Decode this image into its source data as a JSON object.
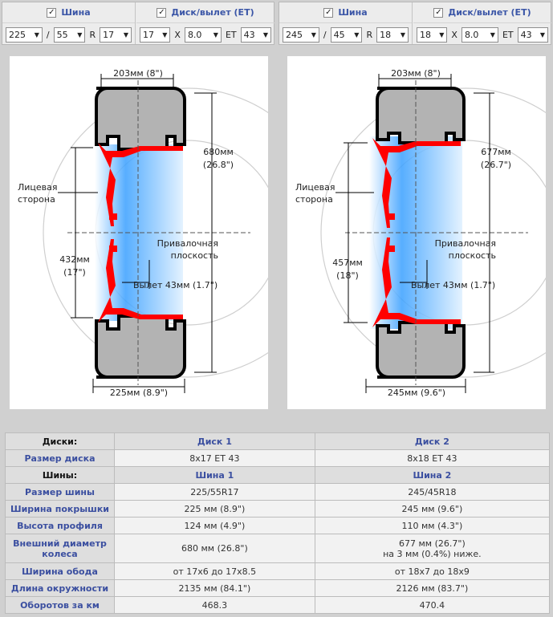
{
  "selectors": {
    "tire_header": "Шина",
    "disk_header": "Диск/вылет (ET)",
    "left": {
      "width": "225",
      "profile": "55",
      "r_label": "R",
      "diameter": "17",
      "disk_diameter": "17",
      "x_label": "X",
      "disk_width": "8.0",
      "et_label": "ET",
      "et": "43",
      "slash": "/"
    },
    "right": {
      "width": "245",
      "profile": "45",
      "r_label": "R",
      "diameter": "18",
      "disk_diameter": "18",
      "x_label": "X",
      "disk_width": "8.0",
      "et_label": "ET",
      "et": "43",
      "slash": "/"
    }
  },
  "diagram_left": {
    "tread_width": "203мм (8\")",
    "outer_diameter": "680мм",
    "outer_diameter_in": "(26.8\")",
    "face_side_1": "Лицевая",
    "face_side_2": "сторона",
    "rim_diameter": "432мм",
    "rim_diameter_in": "(17\")",
    "mount_plane_1": "Привалочная",
    "mount_plane_2": "плоскость",
    "offset": "Вылет 43мм (1.7\")",
    "tire_width": "225мм (8.9\")"
  },
  "diagram_right": {
    "tread_width": "203мм (8\")",
    "outer_diameter": "677мм",
    "outer_diameter_in": "(26.7\")",
    "face_side_1": "Лицевая",
    "face_side_2": "сторона",
    "rim_diameter": "457мм",
    "rim_diameter_in": "(18\")",
    "mount_plane_1": "Привалочная",
    "mount_plane_2": "плоскость",
    "offset": "Вылет 43мм (1.7\")",
    "tire_width": "245мм (9.6\")"
  },
  "table": {
    "disks_label": "Диски:",
    "disk1": "Диск 1",
    "disk2": "Диск 2",
    "disk_size_label": "Размер диска",
    "disk_size_1": "8x17 ET 43",
    "disk_size_2": "8x18 ET 43",
    "tires_label": "Шины:",
    "tire1": "Шина 1",
    "tire2": "Шина 2",
    "tire_size_label": "Размер шины",
    "tire_size_1": "225/55R17",
    "tire_size_2": "245/45R18",
    "tread_label": "Ширина покрышки",
    "tread_1": "225 мм (8.9\")",
    "tread_2": "245 мм (9.6\")",
    "profile_label": "Высота профиля",
    "profile_1": "124 мм (4.9\")",
    "profile_2": "110 мм (4.3\")",
    "outer_label_1": "Внешний диаметр",
    "outer_label_2": "колеса",
    "outer_1": "680 мм (26.8\")",
    "outer_2a": "677 мм (26.7\")",
    "outer_2b": "на 3 мм (0.4%) ниже.",
    "rim_label": "Ширина обода",
    "rim_1": "от 17x6 до 17x8.5",
    "rim_2": "от 18x7 до 18x9",
    "circ_label": "Длина окружности",
    "circ_1": "2135 мм (84.1\")",
    "circ_2": "2126 мм (83.7\")",
    "rev_label": "Оборотов за км",
    "rev_1": "468.3",
    "rev_2": "470.4"
  },
  "colors": {
    "accent": "#3b56a7",
    "rim_red": "#ff0000",
    "tire_gray": "#b0b0b0",
    "rim_blue": "#3aa0ff"
  }
}
